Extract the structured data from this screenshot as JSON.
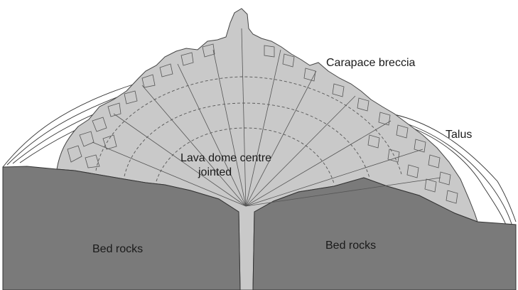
{
  "labels": {
    "carapace": "Carapace breccia",
    "talus": "Talus",
    "centre_line1": "Lava dome centre",
    "centre_line2": "jointed",
    "bed_left": "Bed rocks",
    "bed_right": "Bed rocks"
  },
  "colors": {
    "dome": "#c9c9c9",
    "bedrock": "#7a7a7a",
    "line": "#444444",
    "background": "#ffffff"
  }
}
